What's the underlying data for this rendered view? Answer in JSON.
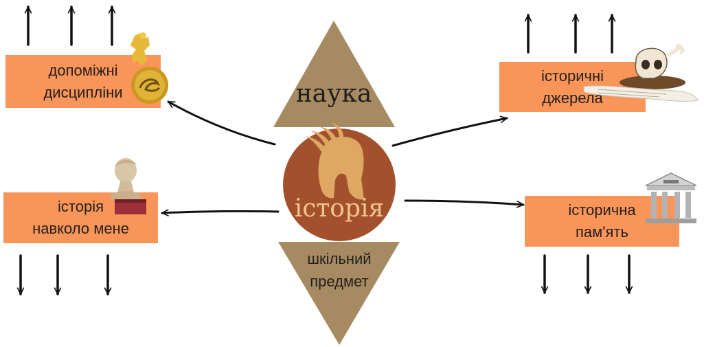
{
  "center": {
    "label": "історія"
  },
  "triangle_top": {
    "label": "наука"
  },
  "triangle_bottom": {
    "line1": "шкільний",
    "line2": "предмет"
  },
  "boxes": {
    "top_left": {
      "line1": "допоміжні",
      "line2": "дисципліни"
    },
    "bottom_left": {
      "line1": "історія",
      "line2": "навколо мене"
    },
    "top_right": {
      "line1": "історичні",
      "line2": "джерела"
    },
    "bottom_right": {
      "line1": "історична",
      "line2": "пам'ять"
    }
  },
  "colors": {
    "box_fill": "#fa955a",
    "triangle_fill": "#a68a62",
    "circle_fill": "#a3502d",
    "helmet_fill": "#dea764",
    "arrow": "#111111"
  }
}
